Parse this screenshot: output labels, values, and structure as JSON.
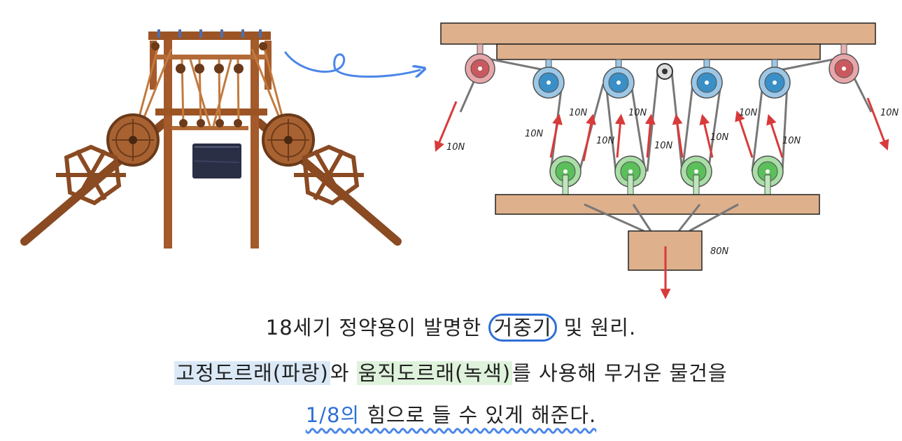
{
  "diagram": {
    "forces": {
      "left_out": "10N",
      "right_out": "10N",
      "segments": [
        "10N",
        "10N",
        "10N",
        "10N",
        "10N",
        "10N",
        "10N",
        "10N"
      ],
      "load": "80N"
    }
  },
  "caption": {
    "line1_pre": "18세기 정약용이 발명한 ",
    "line1_circled": "거중기",
    "line1_post": " 및 원리.",
    "line2_blue": "고정도르래(파랑)",
    "line2_mid": "와 ",
    "line2_green": "움직도르래(녹색)",
    "line2_post": "를 사용해 무거운 물건을",
    "line3_blue": "1/8의",
    "line3_post": " 힘으로 들 수 있게 해준다."
  },
  "colors": {
    "fixed_pulley": "#3a8fc6",
    "moving_pulley": "#5bbf5b",
    "end_pulley": "#c85a5f",
    "wood": "#deb08c",
    "force_arrow": "#d93a3a",
    "highlight": "#2f6fd6"
  }
}
